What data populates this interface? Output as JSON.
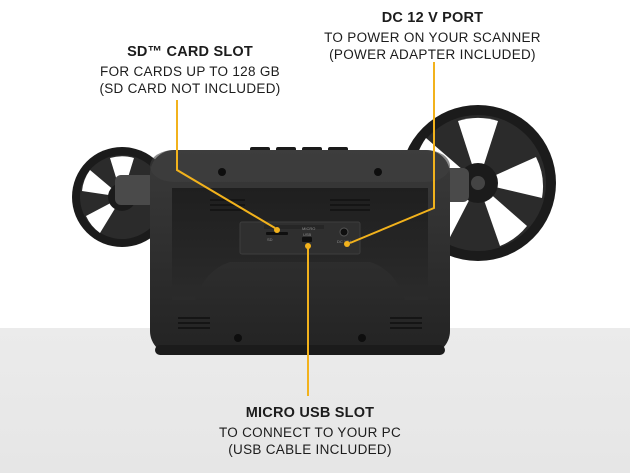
{
  "callouts": {
    "sd_card": {
      "title": "SD™ CARD SLOT",
      "line1": "FOR CARDS UP TO 128 GB",
      "line2": "(SD CARD NOT INCLUDED)"
    },
    "dc_port": {
      "title": "DC 12 V PORT",
      "line1": "TO POWER ON YOUR SCANNER",
      "line2": "(POWER ADAPTER INCLUDED)"
    },
    "micro_usb": {
      "title": "MICRO USB SLOT",
      "line1": "TO CONNECT TO YOUR PC",
      "line2": "(USB CABLE INCLUDED)"
    }
  },
  "port_labels": {
    "sd": "SD",
    "usb_top": "MICRO",
    "usb_bottom": "USB",
    "dc": "DC 12V"
  },
  "colors": {
    "accent": "#f2b21c",
    "text": "#1c1c1c",
    "device": "#2a2a2a",
    "floor": "#e8e8e8"
  }
}
